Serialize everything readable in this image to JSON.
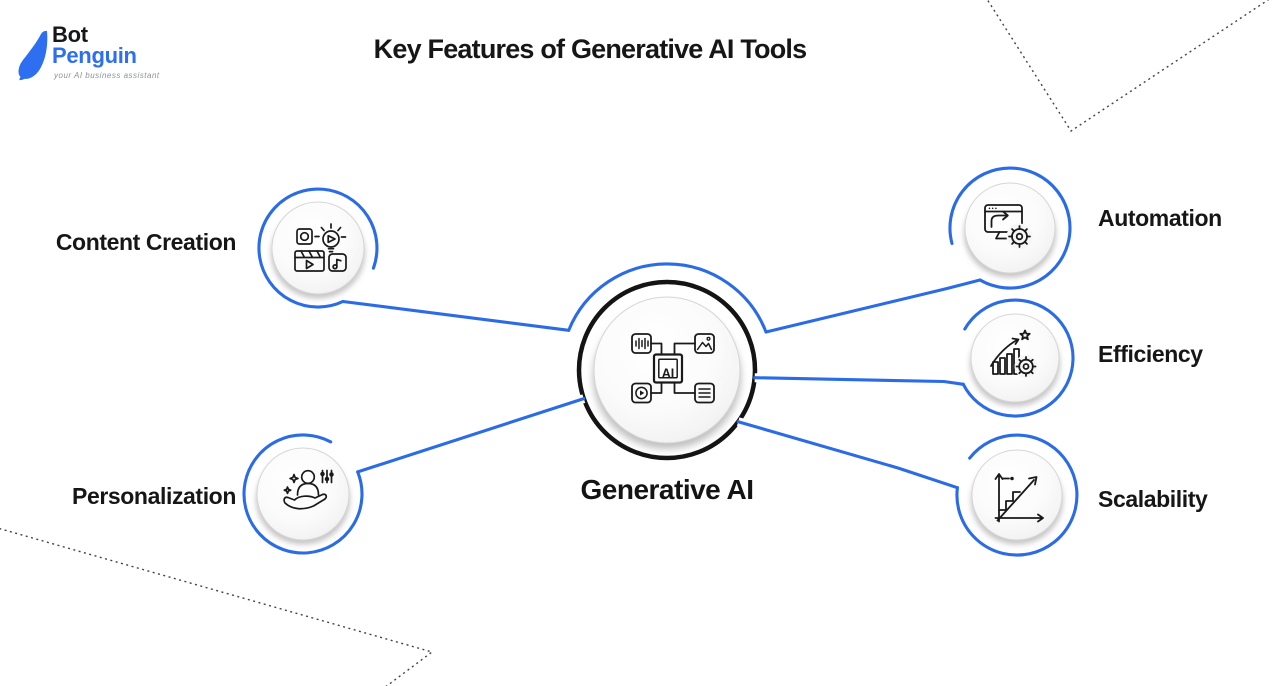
{
  "title": "Key Features of Generative AI Tools",
  "logo": {
    "bot": "Bot",
    "penguin": "Penguin",
    "tagline": "your AI business assistant",
    "icon": "penguin-icon",
    "brand_blue": "#2d6ff0",
    "brand_dark": "#15171b"
  },
  "center": {
    "label": "Generative AI",
    "icon": "ai-chip-modules-icon",
    "icon_text": "AI"
  },
  "nodes": [
    {
      "id": "content-creation",
      "label": "Content Creation",
      "icon": "content-creation-media-icon",
      "side": "left"
    },
    {
      "id": "personalization",
      "label": "Personalization",
      "icon": "person-in-hand-icon",
      "side": "left"
    },
    {
      "id": "automation",
      "label": "Automation",
      "icon": "monitor-gear-icon",
      "side": "right"
    },
    {
      "id": "efficiency",
      "label": "Efficiency",
      "icon": "growth-chart-gear-star-icon",
      "side": "right"
    },
    {
      "id": "scalability",
      "label": "Scalability",
      "icon": "scaling-graph-arrow-icon",
      "side": "right"
    }
  ],
  "colors": {
    "connector_blue": "#2b6ce6",
    "ring_black": "#141414",
    "text": "#161616",
    "node_fill_center": "#ffffff",
    "node_fill_edge": "#e9e9e9",
    "shadow": "#bfbfbf",
    "dotted_line": "#444444",
    "background": "#ffffff"
  },
  "decor": {
    "top_right": "dotted-v-line",
    "bottom_left": "dotted-chevron-line"
  }
}
